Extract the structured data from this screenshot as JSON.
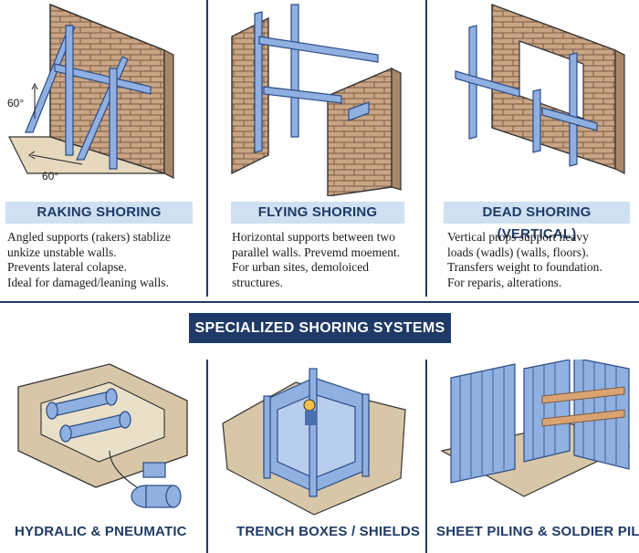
{
  "sections": [
    {
      "title": "RAKING SHORING",
      "lines": [
        "Angled supports (rakers) stablize",
        "unkize unstable walls.",
        "Prevents lateral colapse.",
        "Ideal for damaged/leaning walls."
      ],
      "angle_top": "60°",
      "angle_bottom": "60°"
    },
    {
      "title": "FLYING SHORING",
      "lines": [
        "Horizontal supports between two",
        "parallel walls. Prevemd moement.",
        "For urban sites, demoloiced",
        "structures."
      ]
    },
    {
      "title": "DEAD SHORING (VERTICAL)",
      "lines": [
        "Vertical props support heavy",
        "loads (wadls) (walls, floors).",
        "Transfers weight to foundation.",
        "For reparis, alterations."
      ]
    }
  ],
  "banner": "SPECIALIZED SHORING SYSTEMS",
  "systems": [
    {
      "title": "HYDRALIC & PNEUMATIC"
    },
    {
      "title": "TRENCH BOXES / SHIELDS"
    },
    {
      "title": "SHEET PILING & SOLDIER PILES"
    }
  ],
  "colors": {
    "navy": "#1f3a66",
    "label_bg": "#cfe0f3",
    "brick": "#c9a585",
    "steel": "#8fb0e0",
    "ground": "#d7c7a8"
  }
}
